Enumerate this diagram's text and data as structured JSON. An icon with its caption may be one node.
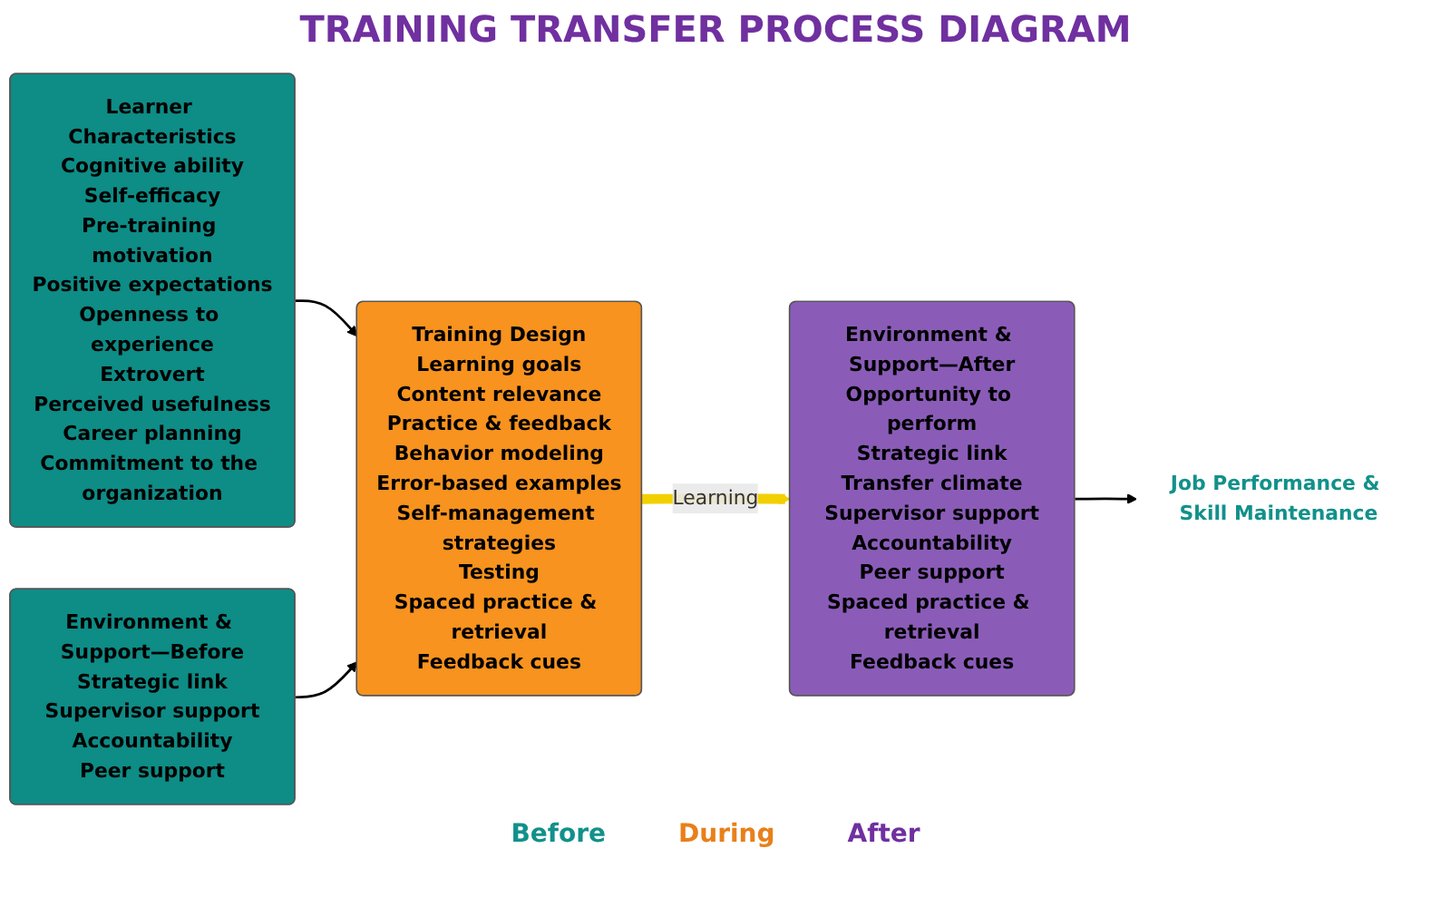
{
  "diagram": {
    "title": "TRAINING TRANSFER PROCESS DIAGRAM",
    "nodes": [
      {
        "text": [
          "Learner Characteristics",
          "Cognitive ability",
          "Self-efficacy",
          "Pre-training motivation",
          "Positive expectations",
          "Openness to experience",
          "Extrovert",
          "Perceived usefulness",
          "Career planning",
          "Commitment to the organization"
        ]
      },
      {
        "text": [
          "Environment & Support—Before",
          "Strategic link",
          "Supervisor support",
          "Accountability",
          "Peer support"
        ]
      },
      {
        "text": [
          "Training Design",
          "Learning goals",
          "Content relevance",
          "Practice & feedback",
          "Behavior modeling",
          "Error-based examples",
          "Self-management strategies",
          "Testing",
          "Spaced practice & retrieval",
          "Feedback cues"
        ]
      },
      {
        "text": [
          "Environment & Support—After",
          "Opportunity to perform",
          "Strategic link",
          "Transfer climate",
          "Supervisor support",
          "Accountability",
          "Peer support",
          "Spaced practice & retrieval",
          "Feedback cues"
        ]
      },
      {
        "text": [
          "Job Performance & Skill Maintenance"
        ]
      }
    ],
    "edges": [
      {
        "from": 0,
        "to": 2,
        "arrow": "to"
      },
      {
        "from": 1,
        "to": 2,
        "arrow": "to"
      },
      {
        "from": 2,
        "to": 3,
        "arrow": "to",
        "label": "Learning",
        "style": "thick",
        "color": "#f2d000"
      },
      {
        "from": 3,
        "to": 4,
        "arrow": "to"
      }
    ],
    "labels": [
      "Before",
      "During",
      "After"
    ]
  }
}
